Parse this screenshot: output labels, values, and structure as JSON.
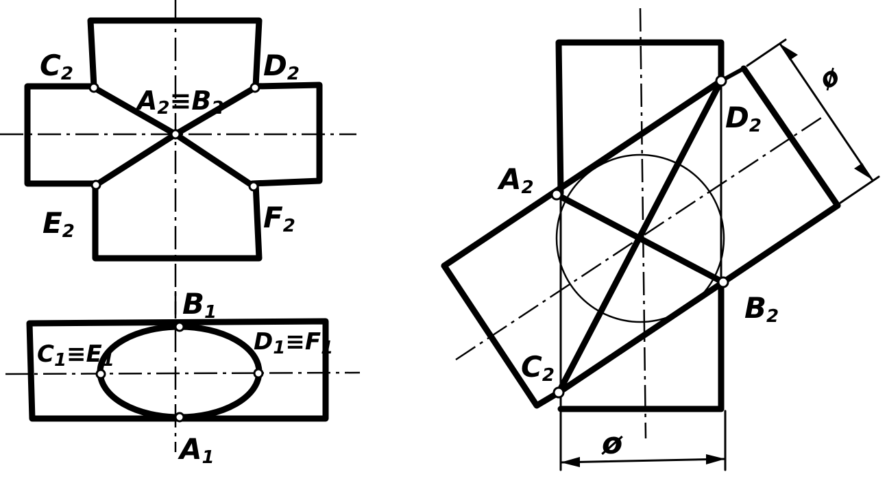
{
  "left_front": {
    "labels": {
      "c2": {
        "base": "C",
        "sub": "2"
      },
      "d2": {
        "base": "D",
        "sub": "2"
      },
      "ab2": {
        "base_a": "A",
        "sub_a": "2",
        "eq": "≡",
        "base_b": "B",
        "sub_b": "2"
      },
      "e2": {
        "base": "E",
        "sub": "2"
      },
      "f2": {
        "base": "F",
        "sub": "2"
      }
    }
  },
  "left_top": {
    "labels": {
      "b1": {
        "base": "B",
        "sub": "1"
      },
      "ce1": {
        "base_a": "C",
        "sub_a": "1",
        "eq": "≡",
        "base_b": "E",
        "sub_b": "1"
      },
      "df1": {
        "base_a": "D",
        "sub_a": "1",
        "eq": "≡",
        "base_b": "F",
        "sub_b": "1"
      },
      "a1": {
        "base": "A",
        "sub": "1"
      }
    }
  },
  "right_view": {
    "labels": {
      "a2": {
        "base": "A",
        "sub": "2"
      },
      "b2": {
        "base": "B",
        "sub": "2"
      },
      "c2": {
        "base": "C",
        "sub": "2"
      },
      "d2": {
        "base": "D",
        "sub": "2"
      }
    },
    "diameter_symbol_bottom": "ø",
    "diameter_symbol_right": "ø"
  },
  "colors": {
    "line": "#000000",
    "background": "#ffffff"
  }
}
